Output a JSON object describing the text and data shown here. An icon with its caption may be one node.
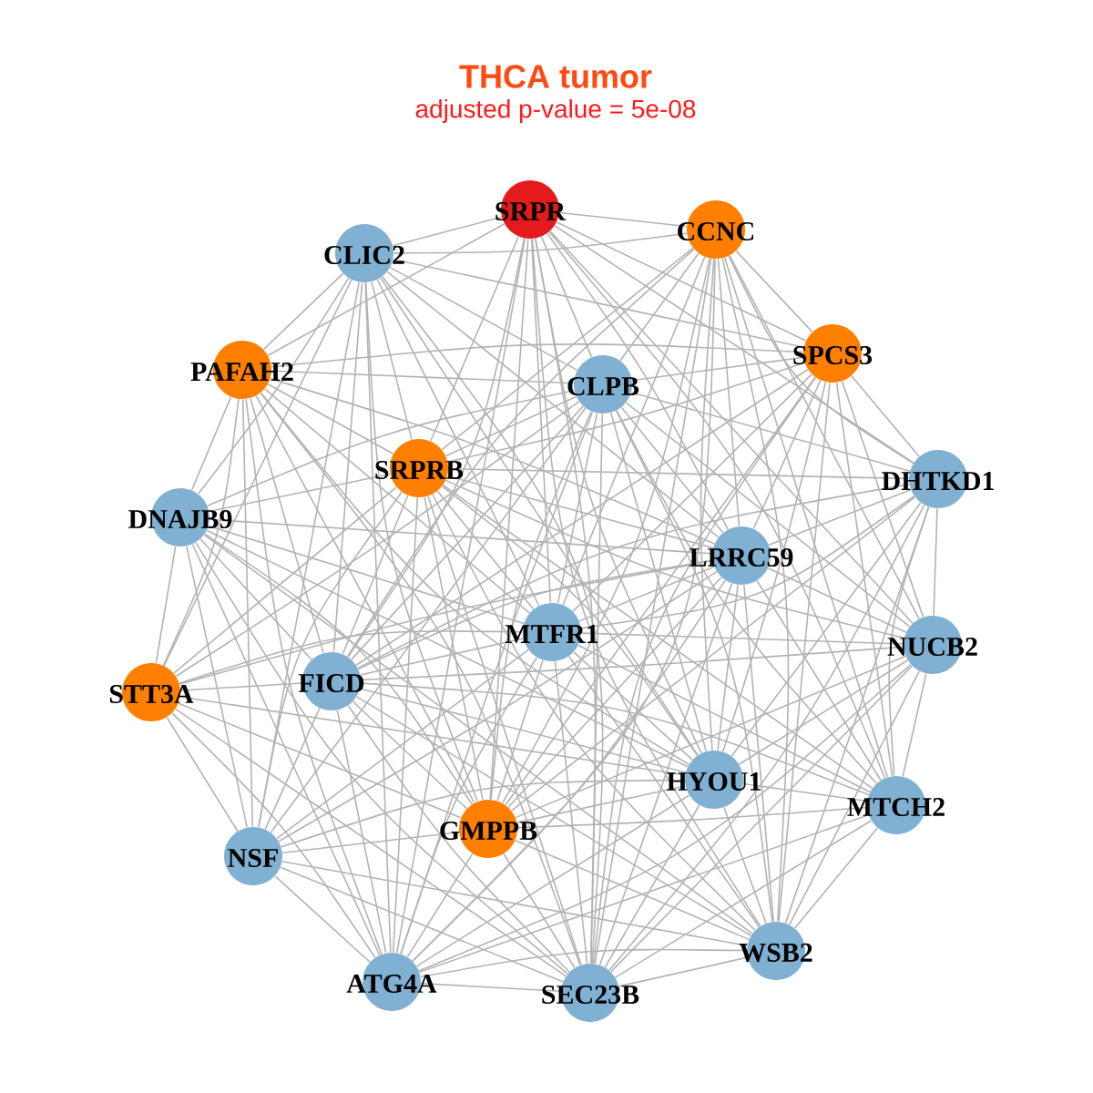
{
  "diagram": {
    "title": "THCA tumor",
    "nodes": [
      {
        "text": [
          "SRPR"
        ]
      },
      {
        "text": [
          "CCNC"
        ]
      },
      {
        "text": [
          "CLIC2"
        ]
      },
      {
        "text": [
          "PAFAH2"
        ]
      },
      {
        "text": [
          "SPCS3"
        ]
      },
      {
        "text": [
          "CLPB"
        ]
      },
      {
        "text": [
          "SRPRB"
        ]
      },
      {
        "text": [
          "DHTKD1"
        ]
      },
      {
        "text": [
          "DNAJB9"
        ]
      },
      {
        "text": [
          "LRRC59"
        ]
      },
      {
        "text": [
          "MTFR1"
        ]
      },
      {
        "text": [
          "NUCB2"
        ]
      },
      {
        "text": [
          "STT3A"
        ]
      },
      {
        "text": [
          "FICD"
        ]
      },
      {
        "text": [
          "HYOU1"
        ]
      },
      {
        "text": [
          "MTCH2"
        ]
      },
      {
        "text": [
          "GMPPB"
        ]
      },
      {
        "text": [
          "NSF"
        ]
      },
      {
        "text": [
          "WSB2"
        ]
      },
      {
        "text": [
          "ATG4A"
        ]
      },
      {
        "text": [
          "SEC23B"
        ]
      }
    ],
    "edges": [
      {
        "from": 0,
        "to": 1,
        "arrow": "none"
      },
      {
        "from": 0,
        "to": 2,
        "arrow": "none"
      },
      {
        "from": 0,
        "to": 3,
        "arrow": "none"
      },
      {
        "from": 0,
        "to": 4,
        "arrow": "none"
      },
      {
        "from": 0,
        "to": 5,
        "arrow": "none"
      },
      {
        "from": 0,
        "to": 6,
        "arrow": "none"
      },
      {
        "from": 0,
        "to": 7,
        "arrow": "none"
      },
      {
        "from": 0,
        "to": 9,
        "arrow": "none"
      },
      {
        "from": 0,
        "to": 10,
        "arrow": "none"
      },
      {
        "from": 0,
        "to": 11,
        "arrow": "none"
      },
      {
        "from": 0,
        "to": 13,
        "arrow": "none"
      },
      {
        "from": 0,
        "to": 14,
        "arrow": "none"
      },
      {
        "from": 0,
        "to": 15,
        "arrow": "none"
      },
      {
        "from": 0,
        "to": 16,
        "arrow": "none"
      },
      {
        "from": 0,
        "to": 18,
        "arrow": "none"
      },
      {
        "from": 0,
        "to": 19,
        "arrow": "none"
      },
      {
        "from": 0,
        "to": 20,
        "arrow": "none"
      },
      {
        "from": 1,
        "to": 2,
        "arrow": "none"
      },
      {
        "from": 1,
        "to": 4,
        "arrow": "none"
      },
      {
        "from": 1,
        "to": 5,
        "arrow": "none"
      },
      {
        "from": 1,
        "to": 6,
        "arrow": "none"
      },
      {
        "from": 1,
        "to": 7,
        "arrow": "none"
      },
      {
        "from": 1,
        "to": 9,
        "arrow": "none"
      },
      {
        "from": 1,
        "to": 10,
        "arrow": "none"
      },
      {
        "from": 1,
        "to": 11,
        "arrow": "none"
      },
      {
        "from": 1,
        "to": 13,
        "arrow": "none"
      },
      {
        "from": 1,
        "to": 14,
        "arrow": "none"
      },
      {
        "from": 1,
        "to": 15,
        "arrow": "none"
      },
      {
        "from": 1,
        "to": 16,
        "arrow": "none"
      },
      {
        "from": 1,
        "to": 18,
        "arrow": "none"
      },
      {
        "from": 1,
        "to": 19,
        "arrow": "none"
      },
      {
        "from": 1,
        "to": 20,
        "arrow": "none"
      },
      {
        "from": 2,
        "to": 3,
        "arrow": "none"
      },
      {
        "from": 2,
        "to": 4,
        "arrow": "none"
      },
      {
        "from": 2,
        "to": 5,
        "arrow": "none"
      },
      {
        "from": 2,
        "to": 6,
        "arrow": "none"
      },
      {
        "from": 2,
        "to": 8,
        "arrow": "none"
      },
      {
        "from": 2,
        "to": 9,
        "arrow": "none"
      },
      {
        "from": 2,
        "to": 10,
        "arrow": "none"
      },
      {
        "from": 2,
        "to": 12,
        "arrow": "none"
      },
      {
        "from": 2,
        "to": 13,
        "arrow": "none"
      },
      {
        "from": 2,
        "to": 14,
        "arrow": "none"
      },
      {
        "from": 2,
        "to": 16,
        "arrow": "none"
      },
      {
        "from": 2,
        "to": 17,
        "arrow": "none"
      },
      {
        "from": 2,
        "to": 19,
        "arrow": "none"
      },
      {
        "from": 2,
        "to": 20,
        "arrow": "none"
      },
      {
        "from": 3,
        "to": 4,
        "arrow": "none"
      },
      {
        "from": 3,
        "to": 5,
        "arrow": "none"
      },
      {
        "from": 3,
        "to": 6,
        "arrow": "none"
      },
      {
        "from": 3,
        "to": 8,
        "arrow": "none"
      },
      {
        "from": 3,
        "to": 9,
        "arrow": "none"
      },
      {
        "from": 3,
        "to": 10,
        "arrow": "none"
      },
      {
        "from": 3,
        "to": 12,
        "arrow": "none"
      },
      {
        "from": 3,
        "to": 13,
        "arrow": "none"
      },
      {
        "from": 3,
        "to": 14,
        "arrow": "none"
      },
      {
        "from": 3,
        "to": 16,
        "arrow": "none"
      },
      {
        "from": 3,
        "to": 17,
        "arrow": "none"
      },
      {
        "from": 3,
        "to": 19,
        "arrow": "none"
      },
      {
        "from": 3,
        "to": 20,
        "arrow": "none"
      },
      {
        "from": 4,
        "to": 5,
        "arrow": "none"
      },
      {
        "from": 4,
        "to": 6,
        "arrow": "none"
      },
      {
        "from": 4,
        "to": 7,
        "arrow": "none"
      },
      {
        "from": 4,
        "to": 9,
        "arrow": "none"
      },
      {
        "from": 4,
        "to": 10,
        "arrow": "none"
      },
      {
        "from": 4,
        "to": 11,
        "arrow": "none"
      },
      {
        "from": 4,
        "to": 13,
        "arrow": "none"
      },
      {
        "from": 4,
        "to": 14,
        "arrow": "none"
      },
      {
        "from": 4,
        "to": 15,
        "arrow": "none"
      },
      {
        "from": 4,
        "to": 16,
        "arrow": "none"
      },
      {
        "from": 4,
        "to": 18,
        "arrow": "none"
      },
      {
        "from": 4,
        "to": 20,
        "arrow": "none"
      },
      {
        "from": 5,
        "to": 6,
        "arrow": "none"
      },
      {
        "from": 5,
        "to": 7,
        "arrow": "none"
      },
      {
        "from": 5,
        "to": 8,
        "arrow": "none"
      },
      {
        "from": 5,
        "to": 9,
        "arrow": "none"
      },
      {
        "from": 5,
        "to": 10,
        "arrow": "none"
      },
      {
        "from": 5,
        "to": 11,
        "arrow": "none"
      },
      {
        "from": 5,
        "to": 12,
        "arrow": "none"
      },
      {
        "from": 5,
        "to": 13,
        "arrow": "none"
      },
      {
        "from": 5,
        "to": 14,
        "arrow": "none"
      },
      {
        "from": 5,
        "to": 15,
        "arrow": "none"
      },
      {
        "from": 5,
        "to": 16,
        "arrow": "none"
      },
      {
        "from": 5,
        "to": 17,
        "arrow": "none"
      },
      {
        "from": 5,
        "to": 18,
        "arrow": "none"
      },
      {
        "from": 5,
        "to": 19,
        "arrow": "none"
      },
      {
        "from": 5,
        "to": 20,
        "arrow": "none"
      },
      {
        "from": 6,
        "to": 7,
        "arrow": "none"
      },
      {
        "from": 6,
        "to": 8,
        "arrow": "none"
      },
      {
        "from": 6,
        "to": 9,
        "arrow": "none"
      },
      {
        "from": 6,
        "to": 10,
        "arrow": "none"
      },
      {
        "from": 6,
        "to": 11,
        "arrow": "none"
      },
      {
        "from": 6,
        "to": 12,
        "arrow": "none"
      },
      {
        "from": 6,
        "to": 13,
        "arrow": "none"
      },
      {
        "from": 6,
        "to": 14,
        "arrow": "none"
      },
      {
        "from": 6,
        "to": 15,
        "arrow": "none"
      },
      {
        "from": 6,
        "to": 16,
        "arrow": "none"
      },
      {
        "from": 6,
        "to": 17,
        "arrow": "none"
      },
      {
        "from": 6,
        "to": 18,
        "arrow": "none"
      },
      {
        "from": 6,
        "to": 19,
        "arrow": "none"
      },
      {
        "from": 6,
        "to": 20,
        "arrow": "none"
      },
      {
        "from": 7,
        "to": 9,
        "arrow": "none"
      },
      {
        "from": 7,
        "to": 10,
        "arrow": "none"
      },
      {
        "from": 7,
        "to": 11,
        "arrow": "none"
      },
      {
        "from": 7,
        "to": 13,
        "arrow": "none"
      },
      {
        "from": 7,
        "to": 14,
        "arrow": "none"
      },
      {
        "from": 7,
        "to": 15,
        "arrow": "none"
      },
      {
        "from": 7,
        "to": 16,
        "arrow": "none"
      },
      {
        "from": 7,
        "to": 18,
        "arrow": "none"
      },
      {
        "from": 7,
        "to": 20,
        "arrow": "none"
      },
      {
        "from": 8,
        "to": 9,
        "arrow": "none"
      },
      {
        "from": 8,
        "to": 10,
        "arrow": "none"
      },
      {
        "from": 8,
        "to": 12,
        "arrow": "none"
      },
      {
        "from": 8,
        "to": 13,
        "arrow": "none"
      },
      {
        "from": 8,
        "to": 14,
        "arrow": "none"
      },
      {
        "from": 8,
        "to": 16,
        "arrow": "none"
      },
      {
        "from": 8,
        "to": 17,
        "arrow": "none"
      },
      {
        "from": 8,
        "to": 18,
        "arrow": "none"
      },
      {
        "from": 8,
        "to": 19,
        "arrow": "none"
      },
      {
        "from": 8,
        "to": 20,
        "arrow": "none"
      },
      {
        "from": 9,
        "to": 10,
        "arrow": "none"
      },
      {
        "from": 9,
        "to": 11,
        "arrow": "none"
      },
      {
        "from": 9,
        "to": 12,
        "arrow": "none"
      },
      {
        "from": 9,
        "to": 13,
        "arrow": "none"
      },
      {
        "from": 9,
        "to": 14,
        "arrow": "none"
      },
      {
        "from": 9,
        "to": 15,
        "arrow": "none"
      },
      {
        "from": 9,
        "to": 16,
        "arrow": "none"
      },
      {
        "from": 9,
        "to": 17,
        "arrow": "none"
      },
      {
        "from": 9,
        "to": 18,
        "arrow": "none"
      },
      {
        "from": 9,
        "to": 19,
        "arrow": "none"
      },
      {
        "from": 9,
        "to": 20,
        "arrow": "none"
      },
      {
        "from": 10,
        "to": 11,
        "arrow": "none"
      },
      {
        "from": 10,
        "to": 12,
        "arrow": "none"
      },
      {
        "from": 10,
        "to": 13,
        "arrow": "none"
      },
      {
        "from": 10,
        "to": 14,
        "arrow": "none"
      },
      {
        "from": 10,
        "to": 15,
        "arrow": "none"
      },
      {
        "from": 10,
        "to": 16,
        "arrow": "none"
      },
      {
        "from": 10,
        "to": 17,
        "arrow": "none"
      },
      {
        "from": 10,
        "to": 18,
        "arrow": "none"
      },
      {
        "from": 10,
        "to": 19,
        "arrow": "none"
      },
      {
        "from": 10,
        "to": 20,
        "arrow": "none"
      },
      {
        "from": 11,
        "to": 13,
        "arrow": "none"
      },
      {
        "from": 11,
        "to": 14,
        "arrow": "none"
      },
      {
        "from": 11,
        "to": 15,
        "arrow": "none"
      },
      {
        "from": 11,
        "to": 16,
        "arrow": "none"
      },
      {
        "from": 11,
        "to": 18,
        "arrow": "none"
      },
      {
        "from": 11,
        "to": 19,
        "arrow": "none"
      },
      {
        "from": 11,
        "to": 20,
        "arrow": "none"
      },
      {
        "from": 12,
        "to": 13,
        "arrow": "none"
      },
      {
        "from": 12,
        "to": 14,
        "arrow": "none"
      },
      {
        "from": 12,
        "to": 16,
        "arrow": "none"
      },
      {
        "from": 12,
        "to": 17,
        "arrow": "none"
      },
      {
        "from": 12,
        "to": 19,
        "arrow": "none"
      },
      {
        "from": 12,
        "to": 20,
        "arrow": "none"
      },
      {
        "from": 13,
        "to": 14,
        "arrow": "none"
      },
      {
        "from": 13,
        "to": 15,
        "arrow": "none"
      },
      {
        "from": 13,
        "to": 16,
        "arrow": "none"
      },
      {
        "from": 13,
        "to": 17,
        "arrow": "none"
      },
      {
        "from": 13,
        "to": 18,
        "arrow": "none"
      },
      {
        "from": 13,
        "to": 19,
        "arrow": "none"
      },
      {
        "from": 13,
        "to": 20,
        "arrow": "none"
      },
      {
        "from": 14,
        "to": 15,
        "arrow": "none"
      },
      {
        "from": 14,
        "to": 16,
        "arrow": "none"
      },
      {
        "from": 14,
        "to": 17,
        "arrow": "none"
      },
      {
        "from": 14,
        "to": 18,
        "arrow": "none"
      },
      {
        "from": 14,
        "to": 19,
        "arrow": "none"
      },
      {
        "from": 14,
        "to": 20,
        "arrow": "none"
      },
      {
        "from": 15,
        "to": 16,
        "arrow": "none"
      },
      {
        "from": 15,
        "to": 18,
        "arrow": "none"
      },
      {
        "from": 15,
        "to": 19,
        "arrow": "none"
      },
      {
        "from": 15,
        "to": 20,
        "arrow": "none"
      },
      {
        "from": 16,
        "to": 17,
        "arrow": "none"
      },
      {
        "from": 16,
        "to": 18,
        "arrow": "none"
      },
      {
        "from": 16,
        "to": 19,
        "arrow": "none"
      },
      {
        "from": 16,
        "to": 20,
        "arrow": "none"
      },
      {
        "from": 17,
        "to": 18,
        "arrow": "none"
      },
      {
        "from": 17,
        "to": 19,
        "arrow": "none"
      },
      {
        "from": 17,
        "to": 20,
        "arrow": "none"
      },
      {
        "from": 18,
        "to": 19,
        "arrow": "none"
      },
      {
        "from": 18,
        "to": 20,
        "arrow": "none"
      },
      {
        "from": 19,
        "to": 20,
        "arrow": "none"
      }
    ],
    "labels": [
      "adjusted p-value = 5e-08"
    ]
  }
}
